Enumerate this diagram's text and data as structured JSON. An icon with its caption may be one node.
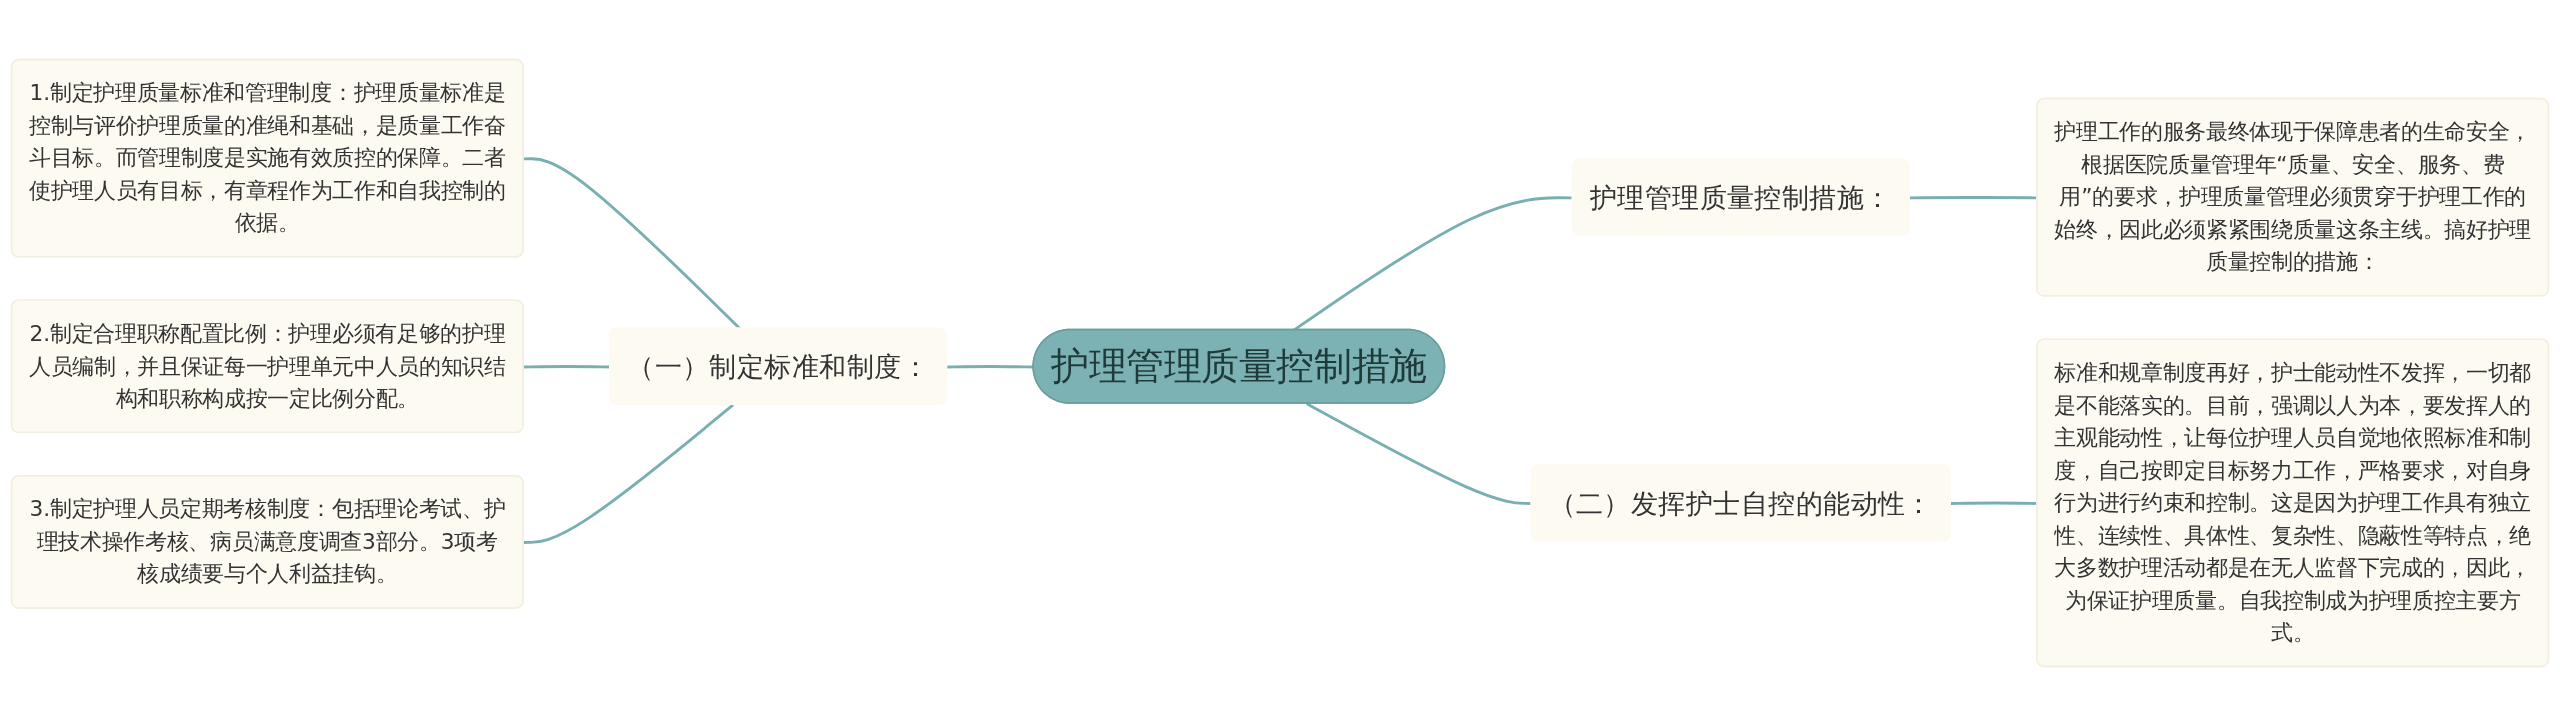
{
  "diagram": {
    "nodes": [
      {
        "text": [
          "护理管理质量控制措施"
        ]
      },
      {
        "text": [
          "护理管理质量控制措施："
        ]
      },
      {
        "text": [
          "护理工作的服务最终体现于保障患者的生命安全，根据医院质量管理年“质量、安全、服务、费用”的要求，护理质量管理必须贯穿于护理工作的始终，因此必须紧紧围绕质量这条主线。搞好护理质量控制的措施："
        ]
      },
      {
        "text": [
          "（二）发挥护士自控的能动性："
        ]
      },
      {
        "text": [
          "标准和规章制度再好，护士能动性不发挥，一切都是不能落实的。目前，强调以人为本，要发挥人的主观能动性，让每位护理人员自觉地依照标准和制度，自己按即定目标努力工作，严格要求，对自身行为进行约束和控制。这是因为护理工作具有独立性、连续性、具体性、复杂性、隐蔽性等特点，绝大多数护理活动都是在无人监督下完成的，因此，为保证护理质量。自我控制成为护理质控主要方式。"
        ]
      },
      {
        "text": [
          "（一）制定标准和制度："
        ]
      },
      {
        "text": [
          "1.制定护理质量标准和管理制度：护理质量标准是控制与评价护理质量的准绳和基础，是质量工作奋斗目标。而管理制度是实施有效质控的保障。二者使护理人员有目标，有章程作为工作和自我控制的依据。"
        ]
      },
      {
        "text": [
          "2.制定合理职称配置比例：护理必须有足够的护理人员编制，并且保证每一护理单元中人员的知识结构和职称构成按一定比例分配。"
        ]
      },
      {
        "text": [
          "3.制定护理人员定期考核制度：包括理论考试、护理技术操作考核、病员满意度调查3部分。3项考核成绩要与个人利益挂钩。"
        ]
      }
    ],
    "edges": [
      {
        "from": 6,
        "to": 5,
        "arrow": "none"
      },
      {
        "from": 7,
        "to": 5,
        "arrow": "none"
      },
      {
        "from": 8,
        "to": 5,
        "arrow": "none"
      },
      {
        "from": 5,
        "to": 0,
        "arrow": "none"
      },
      {
        "from": 0,
        "to": 1,
        "arrow": "none"
      },
      {
        "from": 1,
        "to": 2,
        "arrow": "none"
      },
      {
        "from": 0,
        "to": 3,
        "arrow": "none"
      },
      {
        "from": 3,
        "to": 4,
        "arrow": "none"
      }
    ]
  }
}
